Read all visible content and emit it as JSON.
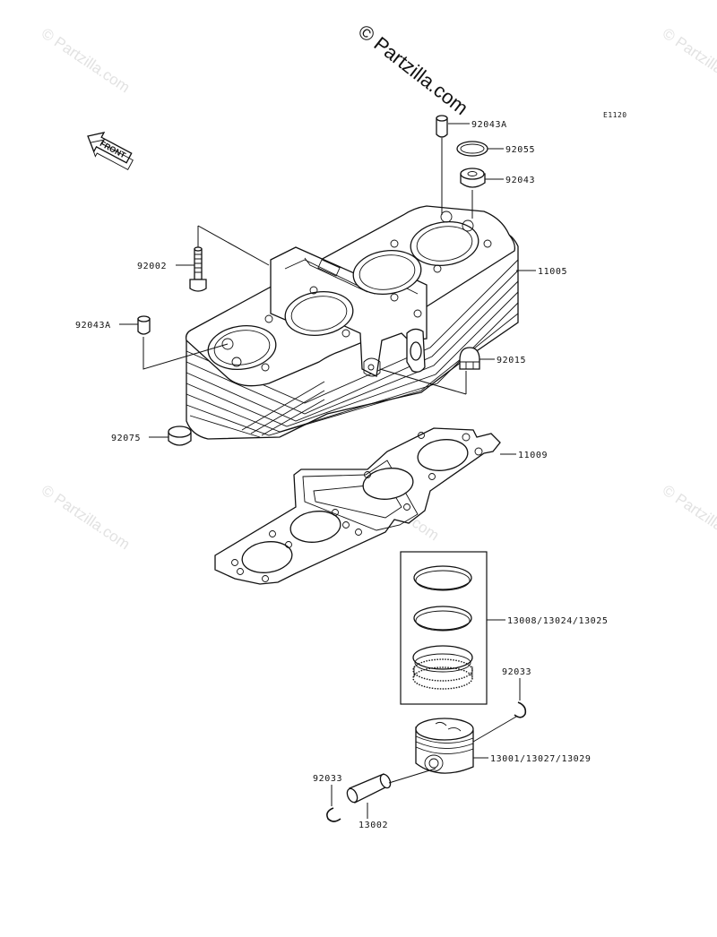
{
  "copyright": "© Partzilla.com",
  "watermark": "© Partzilla.com",
  "diagram_code": "E1120",
  "front_label": "FRONT",
  "parts": {
    "p92043A_top": "92043A",
    "p92055": "92055",
    "p92043": "92043",
    "p92002": "92002",
    "p11005": "11005",
    "p92043A_left": "92043A",
    "p92015": "92015",
    "p92075": "92075",
    "p11009": "11009",
    "p13008": "13008/13024/13025",
    "p92033_right": "92033",
    "p13001": "13001/13027/13029",
    "p92033_left": "92033",
    "p13002": "13002"
  }
}
